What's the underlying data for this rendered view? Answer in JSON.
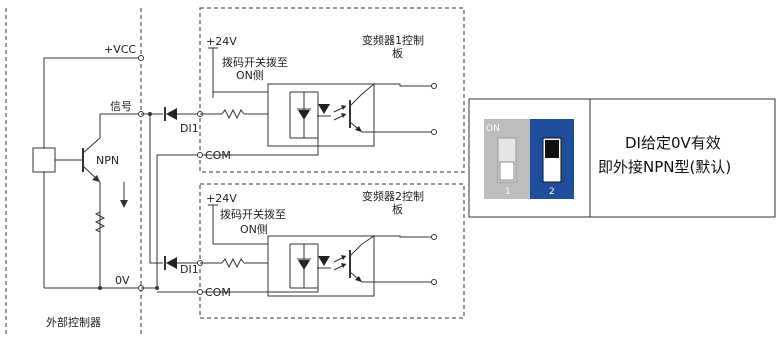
{
  "external_controller": {
    "title": "外部控制器",
    "vcc": "+VCC",
    "signal": "信号",
    "transistor": "NPN",
    "zero_v": "0V"
  },
  "drive1": {
    "title_line1": "变频器1控制",
    "title_line2": "板",
    "supply": "+24V",
    "dip_note_line1": "拨码开关拨至",
    "dip_note_line2": "ON侧",
    "input": "DI1",
    "com": "COM"
  },
  "drive2": {
    "title_line1": "变频器2控制",
    "title_line2": "板",
    "supply": "+24V",
    "dip_note_line1": "拨码开关拨至",
    "dip_note_line2": "ON侧",
    "input": "DI1",
    "com": "COM"
  },
  "dip_switch": {
    "on_label": "ON",
    "switch1": "1",
    "switch2": "2",
    "note_line1": "DI给定0V有效",
    "note_line2": "即外接NPN型(默认)",
    "colors": {
      "active": "#1f4e9a",
      "inactive": "#bdbdbd"
    }
  }
}
